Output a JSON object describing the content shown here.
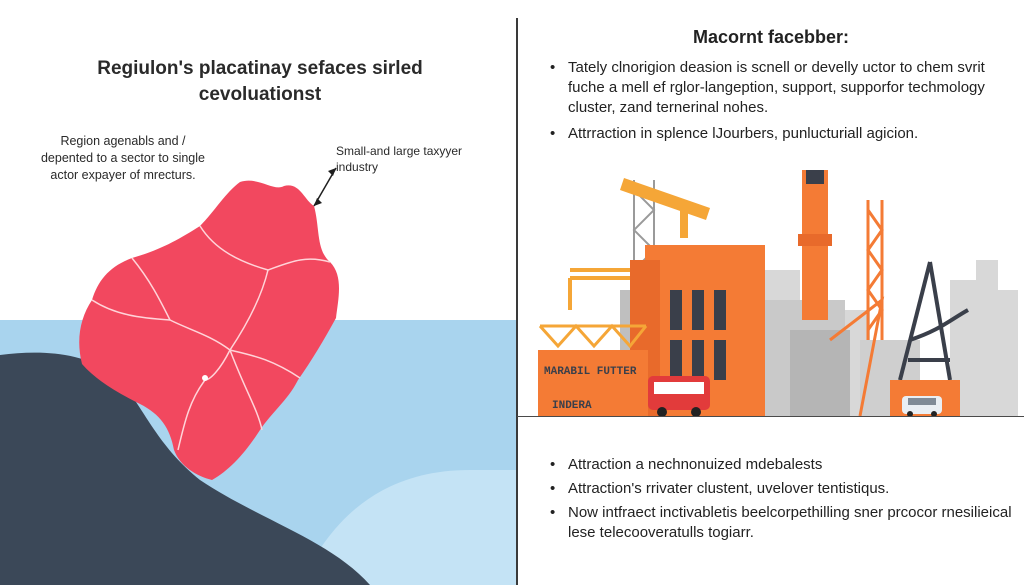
{
  "left_panel": {
    "title": "Regiulon's placatinay sefaces sirled cevoluationst",
    "description": "Region agenabls and / depented to a sector to single actor expayer of mrecturs.",
    "callout": "Small-and large taxyyer industry",
    "colors": {
      "region": "#f2485f",
      "sea": "#a9d4ee",
      "land": "#3b4858",
      "borders": "#ffd4d9"
    }
  },
  "right_top": {
    "title": "Macornt facebber:",
    "bullets": [
      "Tately clnorigion deasion is scnell or develly uctor to chem svrit fuche a mell ef rglor-langeption, support, supporfor techmology cluster, zand ternerinal nohes.",
      "Attrraction in splence lJourbers, punlucturiall agicion."
    ],
    "signs": [
      "MARABIL FUTTER",
      "INDERA"
    ],
    "colors": {
      "orange": "#f47b35",
      "crane": "#f5a637",
      "grey": "#c9c9c9",
      "dark": "#3a3f4a"
    }
  },
  "right_bottom": {
    "bullets": [
      "Attraction a nechnonuized mdebalests",
      "Attraction's rrivater clustent, uvelover tentistiqus.",
      "Now intfraect inctivabletis beelcorpethilling sner prcocor rnesilieical lese telecooveratulls togiarr."
    ]
  }
}
